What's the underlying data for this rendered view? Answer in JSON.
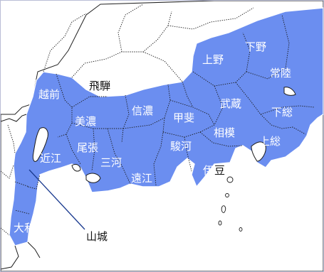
{
  "colors": {
    "highlight": "#6b8ef0",
    "land": "#ffffff",
    "border": "#1a1a1a",
    "leader": "#1a3a8f"
  },
  "labels": {
    "shimotsuke": "下野",
    "kozuke": "上野",
    "hitachi": "常陸",
    "echizen": "越前",
    "hida": "飛騨",
    "mino": "美濃",
    "shinano": "信濃",
    "kai": "甲斐",
    "musashi": "武蔵",
    "shimousa": "下総",
    "omi": "近江",
    "owari": "尾張",
    "mikawa": "三河",
    "suruga": "駿河",
    "sagami": "相模",
    "kazusa": "上総",
    "totomi": "遠江",
    "izu": "伊豆",
    "yamato": "大和",
    "yamashiro": "山城"
  }
}
